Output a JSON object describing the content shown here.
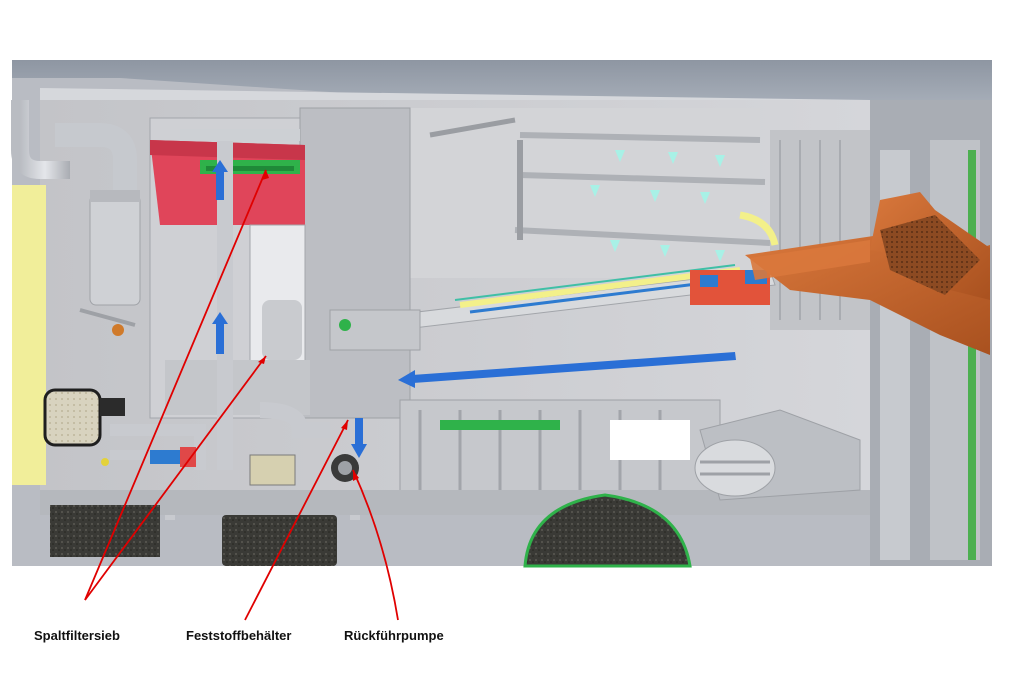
{
  "callouts": {
    "spaltfiltersieb": "Spaltfiltersieb",
    "feststoffbehaelter": "Feststoffbehälter",
    "rueckfuehrpumpe": "Rückführpumpe"
  },
  "colors": {
    "leader_line": "#e00000",
    "flow_arrow": "#2a6fd6",
    "machine_grey": "#c9c9cc",
    "housing_dark": "#8a929c",
    "chute_orange": "#c8622a",
    "accent_green": "#2fb24a",
    "accent_red": "#e0455a",
    "accent_yellow": "#f3f08a"
  },
  "icons": {
    "flow": "flow-arrow-icon",
    "leader": "leader-line"
  }
}
